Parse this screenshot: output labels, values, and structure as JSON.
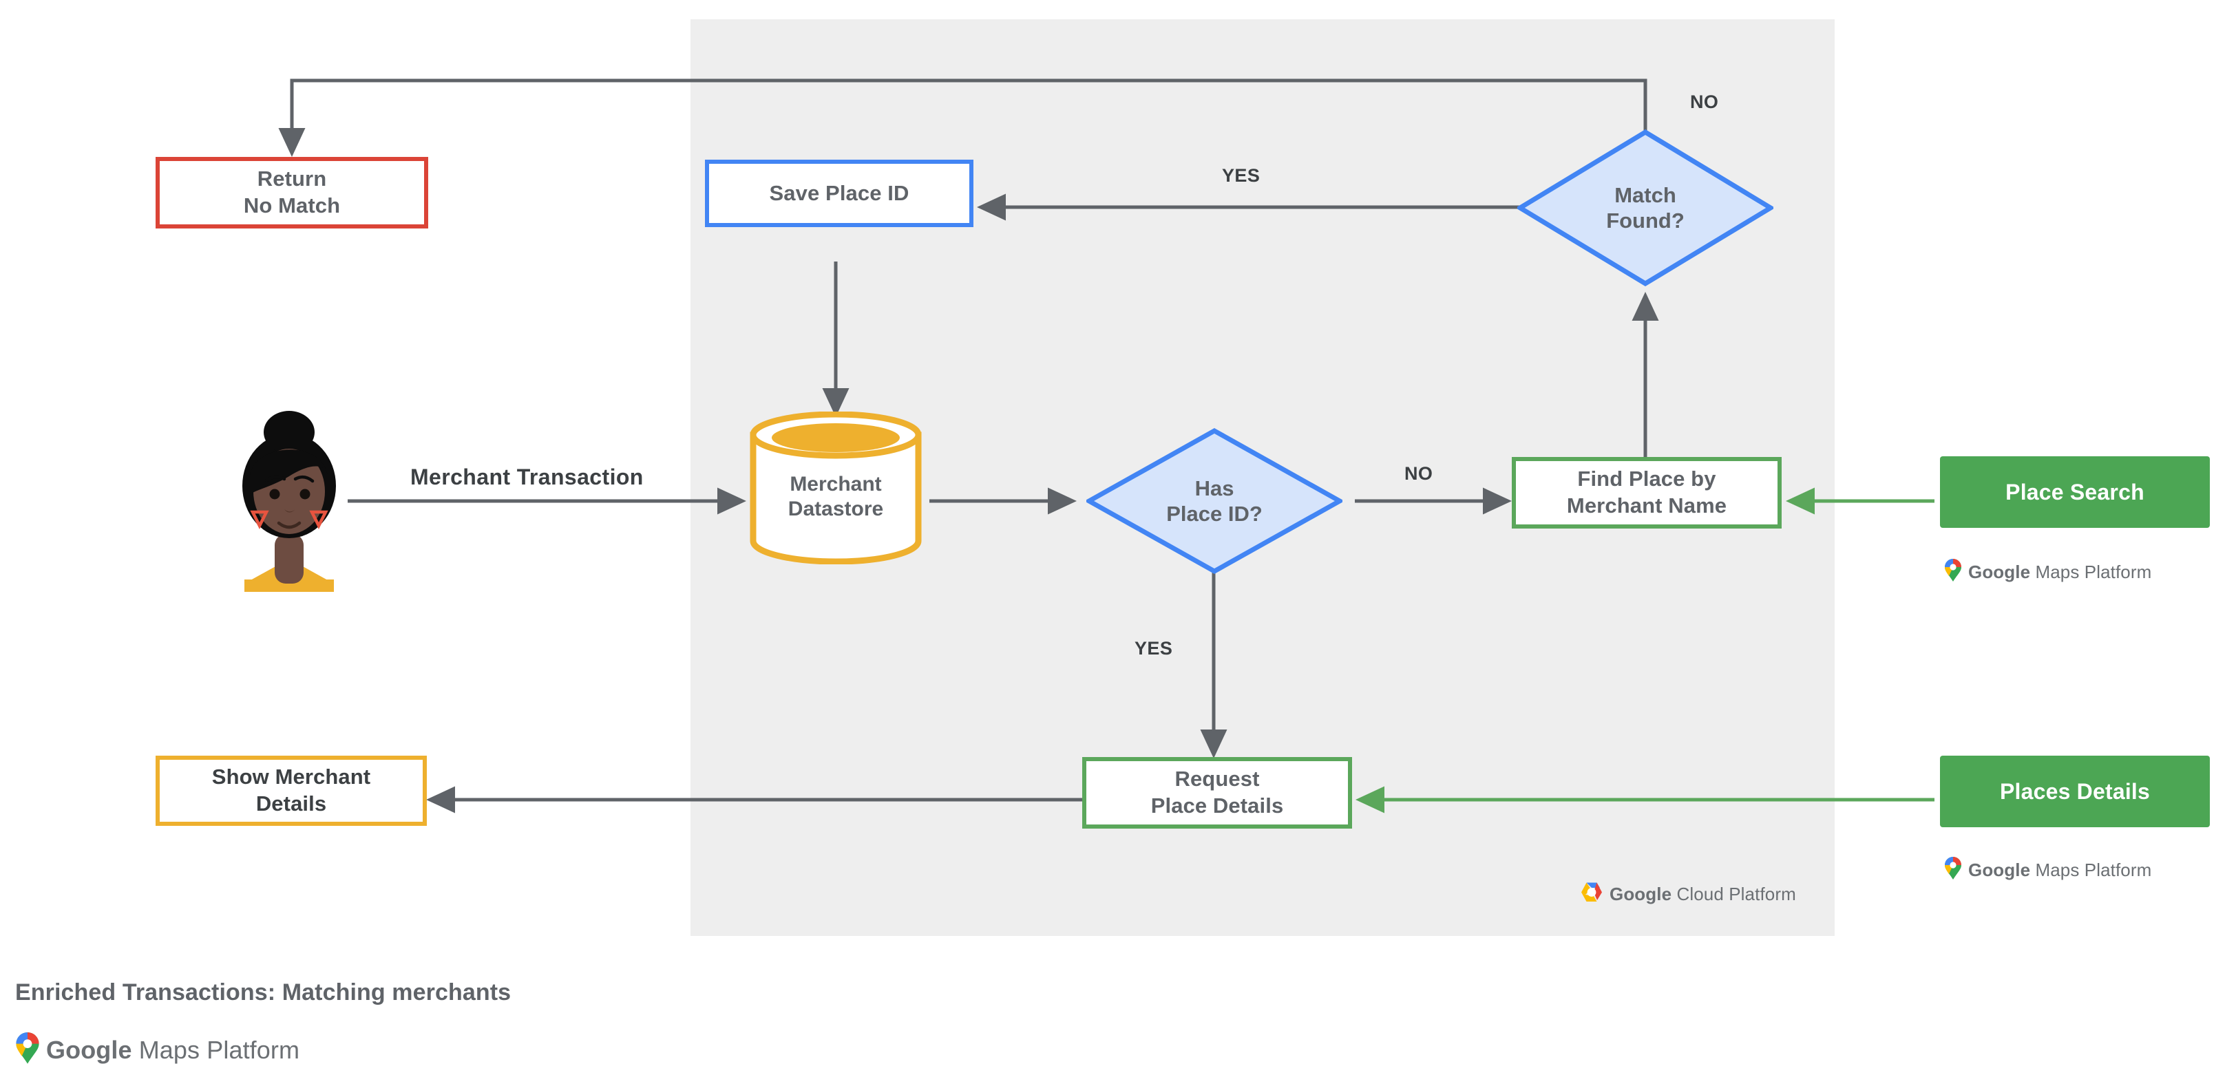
{
  "meta": {
    "footer_title": "Enriched Transactions: Matching merchants"
  },
  "colors": {
    "panel_background": "#eeeeee",
    "red": "#db4437",
    "blue": "#4285f4",
    "blue_fill": "#d6e4fb",
    "green": "#5ba75b",
    "green_chip": "#4ca654",
    "yellow": "#eeb02e",
    "edge": "#5f6368",
    "text": "#5f6368",
    "skin": "#6d4c41",
    "hair": "#0d0d0d",
    "earring": "#e8543f",
    "shirt": "#eeb02e"
  },
  "panel": {
    "name": "Google Cloud Platform",
    "logo_word_bold": "Google",
    "logo_word_rest": "Cloud Platform"
  },
  "maps_logo": {
    "word_bold": "Google",
    "word_rest": "Maps Platform"
  },
  "nodes": {
    "return_no_match": {
      "line1": "Return",
      "line2": "No Match"
    },
    "save_place_id": {
      "line1": "Save Place ID",
      "line2": ""
    },
    "match_found": {
      "line1": "Match",
      "line2": "Found?"
    },
    "merchant_datastore": {
      "line1": "Merchant",
      "line2": "Datastore"
    },
    "has_place_id": {
      "line1": "Has",
      "line2": "Place ID?"
    },
    "find_place": {
      "line1": "Find Place by",
      "line2": "Merchant Name"
    },
    "request_place_details": {
      "line1": "Request",
      "line2": "Place Details"
    },
    "show_merchant_details": {
      "line1": "Show Merchant",
      "line2": "Details"
    }
  },
  "chips": {
    "place_search": "Place Search",
    "places_details": "Places Details"
  },
  "edge_labels": {
    "merchant_transaction": "Merchant Transaction",
    "match_no": "NO",
    "match_yes": "YES",
    "has_place_no": "NO",
    "has_place_yes": "YES"
  }
}
